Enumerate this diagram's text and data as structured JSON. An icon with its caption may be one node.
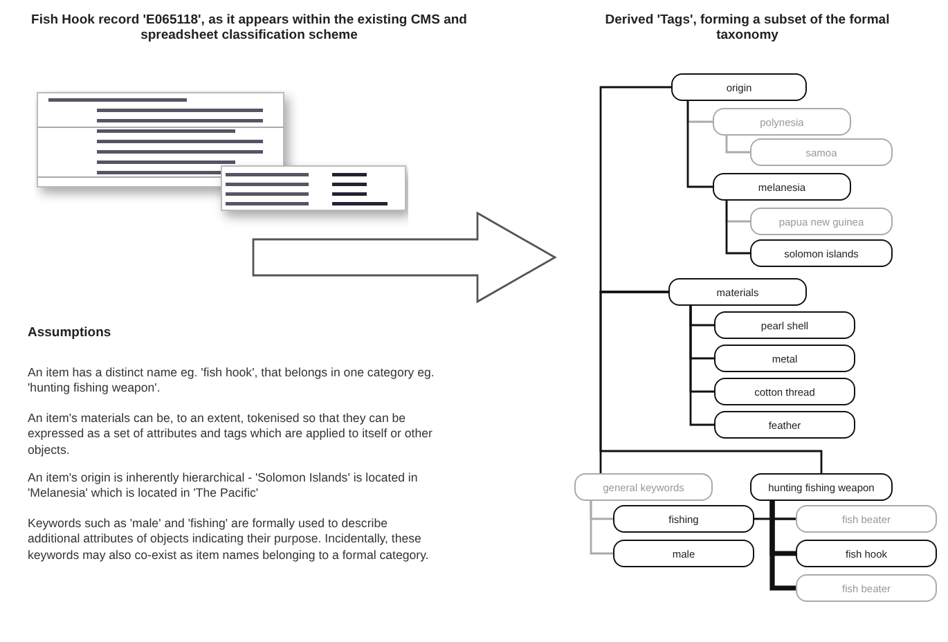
{
  "diagram": {
    "nodes": [
      {
        "text": [],
        "shape": "picture"
      },
      {
        "text": [
          "origin"
        ]
      },
      {
        "text": [
          "polynesia"
        ]
      },
      {
        "text": [
          "samoa"
        ]
      },
      {
        "text": [
          "melanesia"
        ]
      },
      {
        "text": [
          "papua new guinea"
        ]
      },
      {
        "text": [
          "solomon islands"
        ]
      },
      {
        "text": [
          "materials"
        ]
      },
      {
        "text": [
          "pearl shell"
        ]
      },
      {
        "text": [
          "metal"
        ]
      },
      {
        "text": [
          "cotton thread"
        ]
      },
      {
        "text": [
          "feather"
        ]
      },
      {
        "text": [
          "general keywords"
        ]
      },
      {
        "text": [
          "hunting fishing weapon"
        ]
      },
      {
        "text": [
          "fishing"
        ]
      },
      {
        "text": [
          "male"
        ]
      },
      {
        "text": [
          "fish beater"
        ]
      },
      {
        "text": [
          "fish hook"
        ]
      },
      {
        "text": [
          "fish beater"
        ]
      }
    ],
    "edges": [
      {
        "from": 0,
        "to": null,
        "arrow": "to",
        "style": "thick",
        "color": "#555555"
      },
      {
        "from": 1,
        "to": 7,
        "arrow": "none"
      },
      {
        "from": 7,
        "to": 12,
        "arrow": "none"
      },
      {
        "from": 7,
        "to": 13,
        "arrow": "none"
      },
      {
        "from": 1,
        "to": 2,
        "arrow": "none",
        "color": "#aaaaaa"
      },
      {
        "from": 2,
        "to": 3,
        "arrow": "none",
        "color": "#aaaaaa"
      },
      {
        "from": 1,
        "to": 4,
        "arrow": "none"
      },
      {
        "from": 4,
        "to": 5,
        "arrow": "none",
        "color": "#aaaaaa"
      },
      {
        "from": 4,
        "to": 6,
        "arrow": "none"
      },
      {
        "from": 7,
        "to": 8,
        "arrow": "none"
      },
      {
        "from": 7,
        "to": 9,
        "arrow": "none"
      },
      {
        "from": 7,
        "to": 10,
        "arrow": "none"
      },
      {
        "from": 7,
        "to": 11,
        "arrow": "none"
      },
      {
        "from": 12,
        "to": 14,
        "arrow": "none",
        "color": "#aaaaaa"
      },
      {
        "from": 12,
        "to": 15,
        "arrow": "none",
        "color": "#aaaaaa"
      },
      {
        "from": 14,
        "to": 16,
        "arrow": "none"
      },
      {
        "from": 13,
        "to": 16,
        "arrow": "none"
      },
      {
        "from": 13,
        "to": 17,
        "arrow": "none",
        "style": "thick"
      },
      {
        "from": 13,
        "to": 18,
        "arrow": "none",
        "style": "thick"
      }
    ],
    "labels": [
      "Fish Hook record 'E065118', as it appears within the existing CMS and spreadsheet classification scheme",
      "Derived 'Tags', forming a subset of the formal taxonomy",
      "Assumptions",
      "An item has a distinct name eg. 'fish hook', that belongs in one category eg. 'hunting fishing weapon'.",
      "An item's materials can be, to an extent, tokenised so that they can be expressed as a set of attributes and tags which are applied to itself or other objects.",
      "An item's origin is inherently hierarchical - 'Solomon Islands' is located in 'Melanesia' which is located in 'The Pacific'",
      "Keywords such as 'male' and 'fishing' are formally used to describe additional attributes of objects indicating their purpose. Incidentally, these keywords may also co-exist as item names belonging to a formal category."
    ]
  }
}
